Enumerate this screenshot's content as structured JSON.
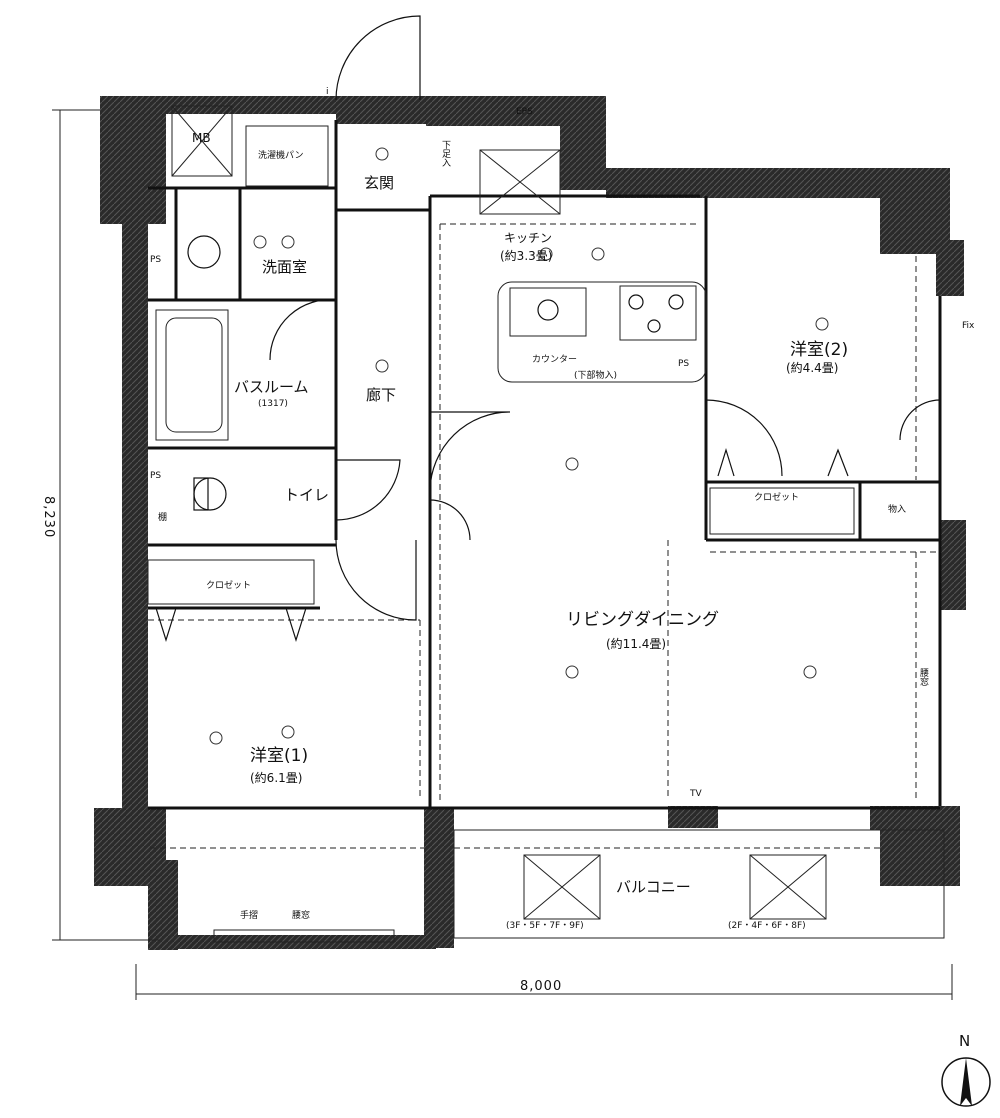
{
  "rooms": {
    "entrance": "玄関",
    "washroom": "洗面室",
    "washer_pan": "洗濯機パン",
    "kitchen": "キッチン",
    "kitchen_size": "(約3.3畳)",
    "counter": "カウンター",
    "counter_note": "(下部物入)",
    "bathroom": "バスルーム",
    "bathroom_size": "(1317)",
    "hallway": "廊下",
    "toilet": "トイレ",
    "shelf": "棚",
    "closet_left": "クロゼット",
    "closet_right": "クロゼット",
    "storage": "物入",
    "western_room_2": "洋室(2)",
    "western_room_2_size": "(約4.4畳)",
    "living_dining": "リビングダイニング",
    "living_dining_size": "(約11.4畳)",
    "western_room_1": "洋室(1)",
    "western_room_1_size": "(約6.1畳)",
    "balcony": "バルコニー",
    "shoe_box": "下足入",
    "waist_window": "腰窓",
    "waist_window_bottom": "腰窓",
    "handrail": "手摺"
  },
  "markers": {
    "mb": "MB",
    "eps": "EPS",
    "ps_wash": "PS",
    "ps_toilet": "PS",
    "ps_kitchen": "PS",
    "fix": "Fix",
    "tv": "TV",
    "info": "i"
  },
  "hatches": {
    "left": "(3F・5F・7F・9F)",
    "right": "(2F・4F・6F・8F)"
  },
  "dimensions": {
    "height": "8,230",
    "width": "8,000"
  },
  "compass": {
    "north": "N"
  }
}
